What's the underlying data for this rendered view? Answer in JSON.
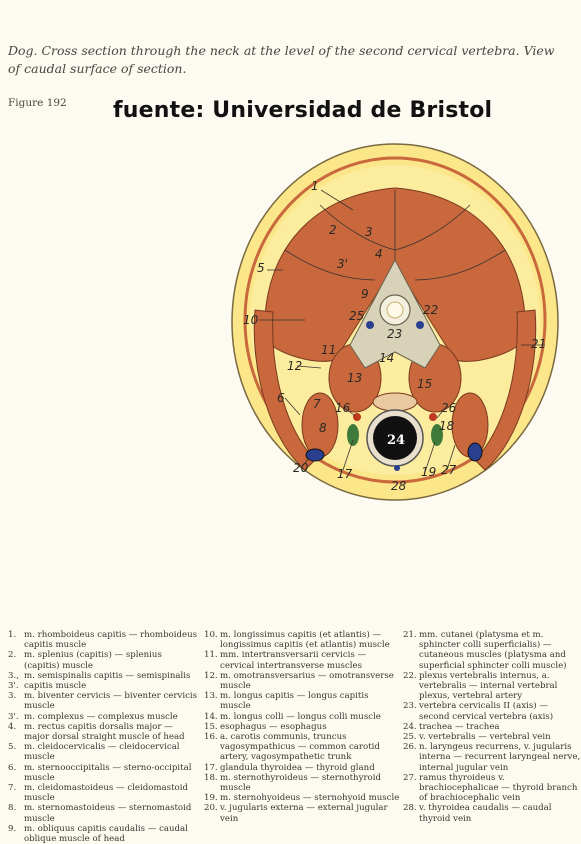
{
  "caption": "Dog. Cross section through the neck at the level of the second cervical vertebra. View of caudal surface of section.",
  "figure_label": "Figure 192",
  "watermark": "fuente: Universidad de Bristol",
  "colors": {
    "paper": "#fdfaf1",
    "fat": "#fbe68a",
    "muscle": "#c8683c",
    "bone": "#d8d2b8",
    "vessel_red": "#c03820",
    "vessel_blue": "#2a3f8f",
    "thyroid": "#3e7a3a"
  },
  "labels": [
    "1",
    "2",
    "3",
    "3'",
    "4",
    "5",
    "6",
    "7",
    "8",
    "9",
    "10",
    "11",
    "12",
    "13",
    "14",
    "15",
    "16",
    "17",
    "18",
    "19",
    "20",
    "21",
    "22",
    "23",
    "24",
    "25",
    "26",
    "27",
    "28"
  ],
  "legend": {
    "col1": [
      {
        "n": "1.",
        "t": "m. rhomboideus capitis — rhomboideus capitis muscle"
      },
      {
        "n": "2.",
        "t": "m. splenius (capitis) — splenius (capitis) muscle"
      },
      {
        "n": "3., 3'.",
        "t": "m. semispinalis capitis — semispinalis capitis muscle"
      },
      {
        "n": "3.",
        "t": "m. biventer cervicis — biventer cervicis muscle"
      },
      {
        "n": "3'.",
        "t": "m. complexus — complexus muscle"
      },
      {
        "n": "4.",
        "t": "m. rectus capitis dorsalis major — major dorsal straight muscle of head"
      },
      {
        "n": "5.",
        "t": "m. cleidocervicalis — cleidocervical muscle"
      },
      {
        "n": "6.",
        "t": "m. sternooccipitalis — sterno-occipital muscle"
      },
      {
        "n": "7.",
        "t": "m. cleidomastoideus — cleidomastoid muscle"
      },
      {
        "n": "8.",
        "t": "m. sternomastoideus — sternomastoid muscle"
      },
      {
        "n": "9.",
        "t": "m. obliquus capitis caudalis — caudal oblique muscle of head"
      }
    ],
    "col2": [
      {
        "n": "10.",
        "t": "m. longissimus capitis (et atlantis) — longissimus capitis (et atlantis) muscle"
      },
      {
        "n": "11.",
        "t": "mm. intertransversarii cervicis — cervical intertransverse muscles"
      },
      {
        "n": "12.",
        "t": "m. omotransversarius — omotransverse muscle"
      },
      {
        "n": "13.",
        "t": "m. longus capitis — longus capitis muscle"
      },
      {
        "n": "14.",
        "t": "m. longus colli — longus colli muscle"
      },
      {
        "n": "15.",
        "t": "esophagus — esophagus"
      },
      {
        "n": "16.",
        "t": "a. carotis communis, truncus vagosympathicus — common carotid artery, vagosympathetic trunk"
      },
      {
        "n": "17.",
        "t": "glandula thyroidea — thyroid gland"
      },
      {
        "n": "18.",
        "t": "m. sternothyroideus — sternothyroid muscle"
      },
      {
        "n": "19.",
        "t": "m. sternohyoideus — sternohyoid muscle"
      },
      {
        "n": "20.",
        "t": "v. jugularis externa — external jugular vein"
      }
    ],
    "col3": [
      {
        "n": "21.",
        "t": "mm. cutanei (platysma et m. sphincter colli superficialis) — cutaneous muscles (platysma and superficial sphincter colli muscle)"
      },
      {
        "n": "22.",
        "t": "plexus vertebralis internus, a. vertebralis — internal vertebral plexus, vertebral artery"
      },
      {
        "n": "23.",
        "t": "vertebra cervicalis II (axis) — second cervical vertebra (axis)"
      },
      {
        "n": "24.",
        "t": "trachea — trachea"
      },
      {
        "n": "25.",
        "t": "v. vertebralis — vertebral vein"
      },
      {
        "n": "26.",
        "t": "n. laryngeus recurrens, v. jugularis interna — recurrent laryngeal nerve, internal jugular vein"
      },
      {
        "n": "27.",
        "t": "ramus thyroideus v. brachiocephalicae — thyroid branch of brachiocephalic vein"
      },
      {
        "n": "28.",
        "t": "v. thyroidea caudalis — caudal thyroid vein"
      }
    ]
  }
}
